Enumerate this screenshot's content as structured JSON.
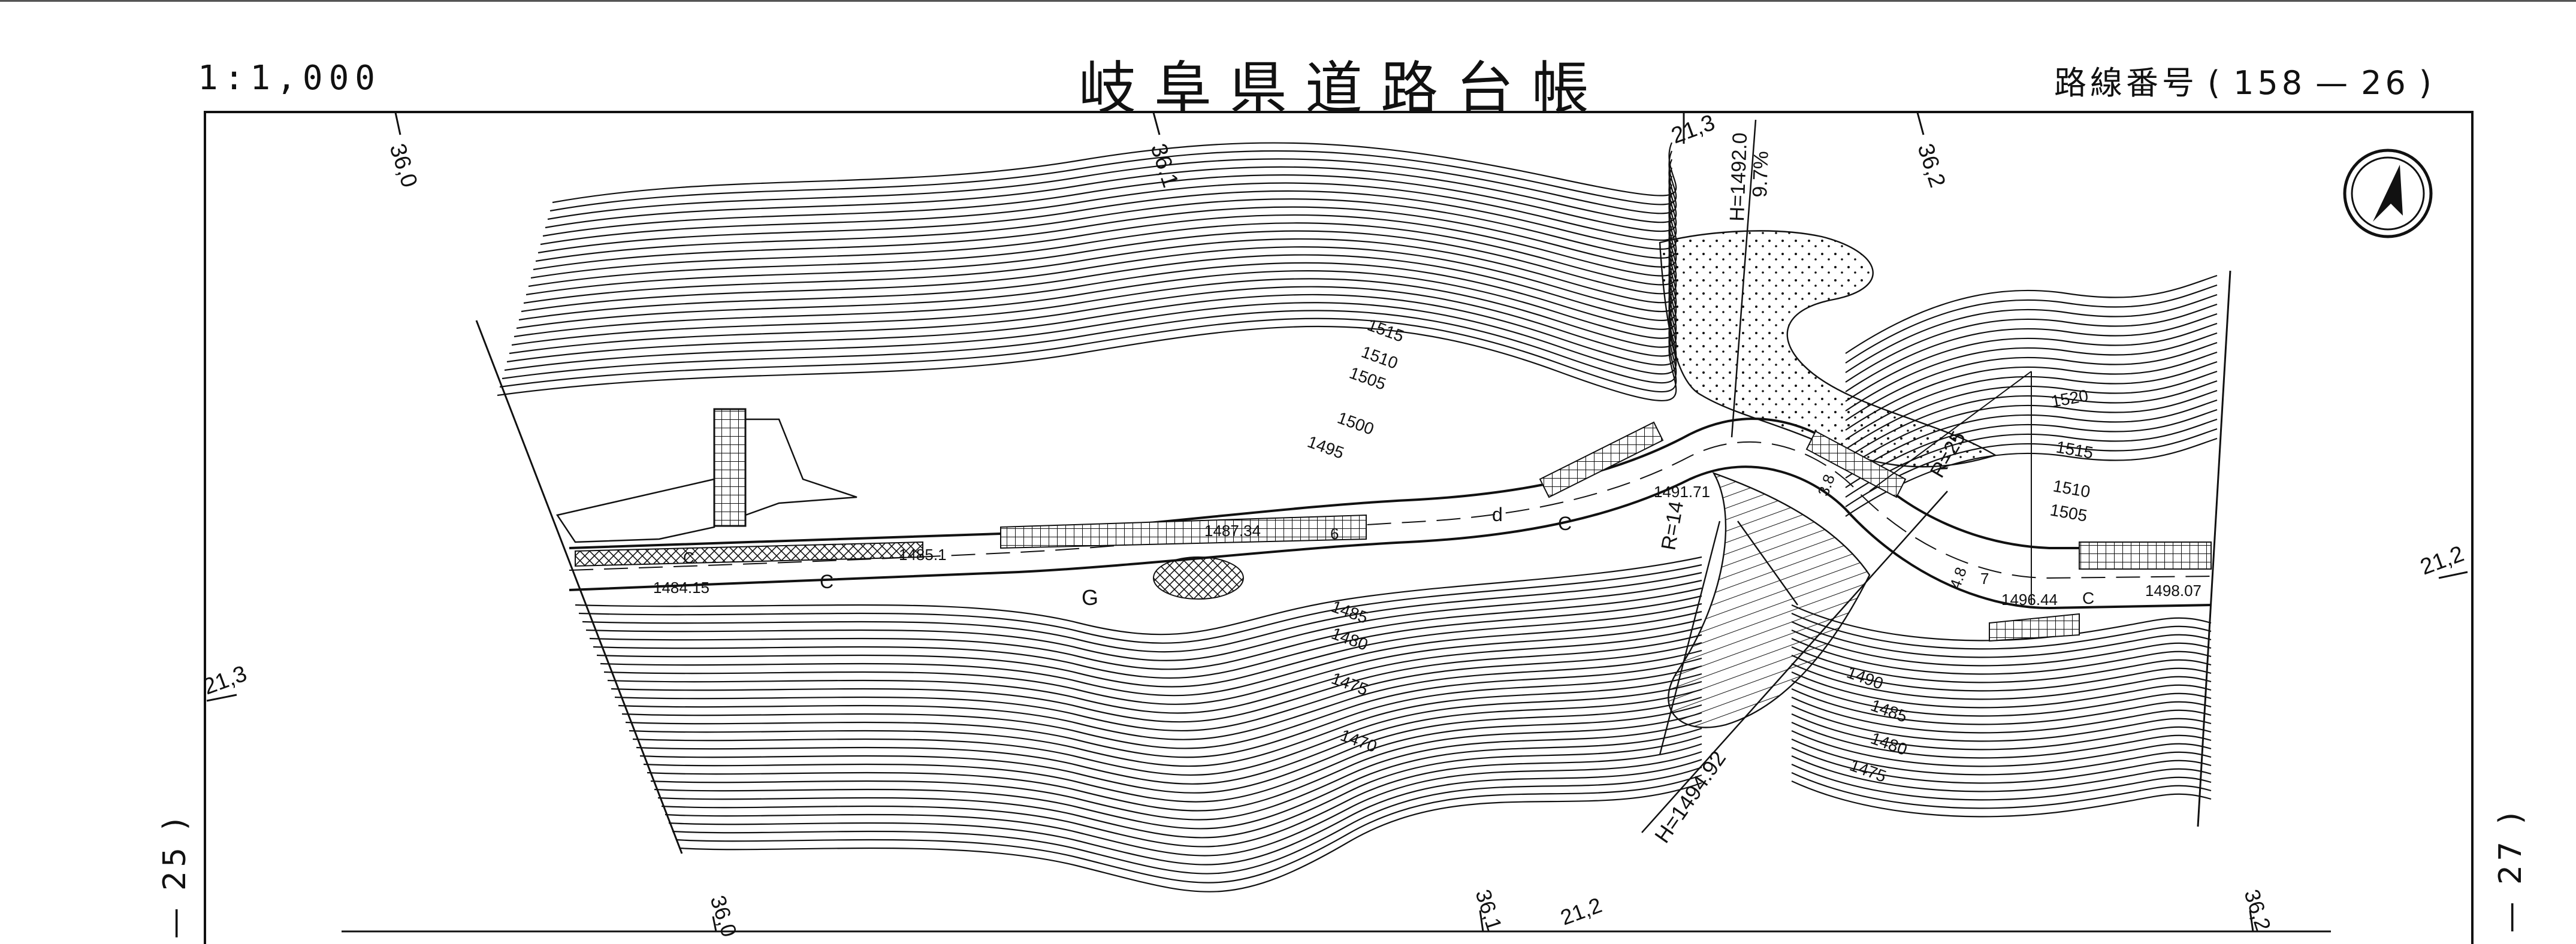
{
  "sheet": {
    "scale": "1:1,000",
    "title": "岐阜県道路台帳",
    "route_label": "路線番号",
    "route_open": "(",
    "route_number": "158",
    "route_dash": "—",
    "route_sheet": "26",
    "route_close": ")",
    "prev_sheet": "— 25 )",
    "next_sheet": "— 27 )"
  },
  "grid_labels": {
    "top_360": "36,0",
    "top_361": "36,1",
    "top_213": "21,3",
    "top_362": "36,2",
    "left_213": "21,3",
    "right_212": "21,2",
    "bottom_360": "36,0",
    "bottom_361": "36,1",
    "bottom_212": "21,2",
    "bottom_362": "36,2"
  },
  "annotations": {
    "h_top": "H=1492.0",
    "grade": "9.7%",
    "h_bottom": "H=1494.92",
    "radius_25": "R=25",
    "radius_14": "R=14",
    "elev_1484": "1484.15",
    "elev_14851": "1485.1",
    "elev_1487": "1487.34",
    "elev_1491": "1491.71",
    "elev_1496": "1496.44",
    "elev_1498": "1498.07",
    "c1515": "1515",
    "c1510": "1510",
    "c1505": "1505",
    "c1500": "1500",
    "c1495": "1495",
    "c1485": "1485",
    "c1480": "1480",
    "c1475": "1475",
    "c1470": "1470",
    "r1520": "1520",
    "r1515": "1515",
    "r1510": "1510",
    "r1505": "1505",
    "r1490": "1490",
    "r1485": "1485",
    "r1480": "1480",
    "r1475": "1475",
    "lbl_G": "G",
    "lbl_C1": "C",
    "lbl_C2": "C",
    "lbl_C3": "C",
    "lbl_C4": "C",
    "lbl_d": "d",
    "lbl_6": "6",
    "lbl_3_8": "3.8",
    "lbl_4_8": "4.8",
    "lbl_7": "7"
  },
  "north_arrow_icon": "north-arrow-icon",
  "colors": {
    "ink": "#111111",
    "paper": "#ffffff"
  }
}
